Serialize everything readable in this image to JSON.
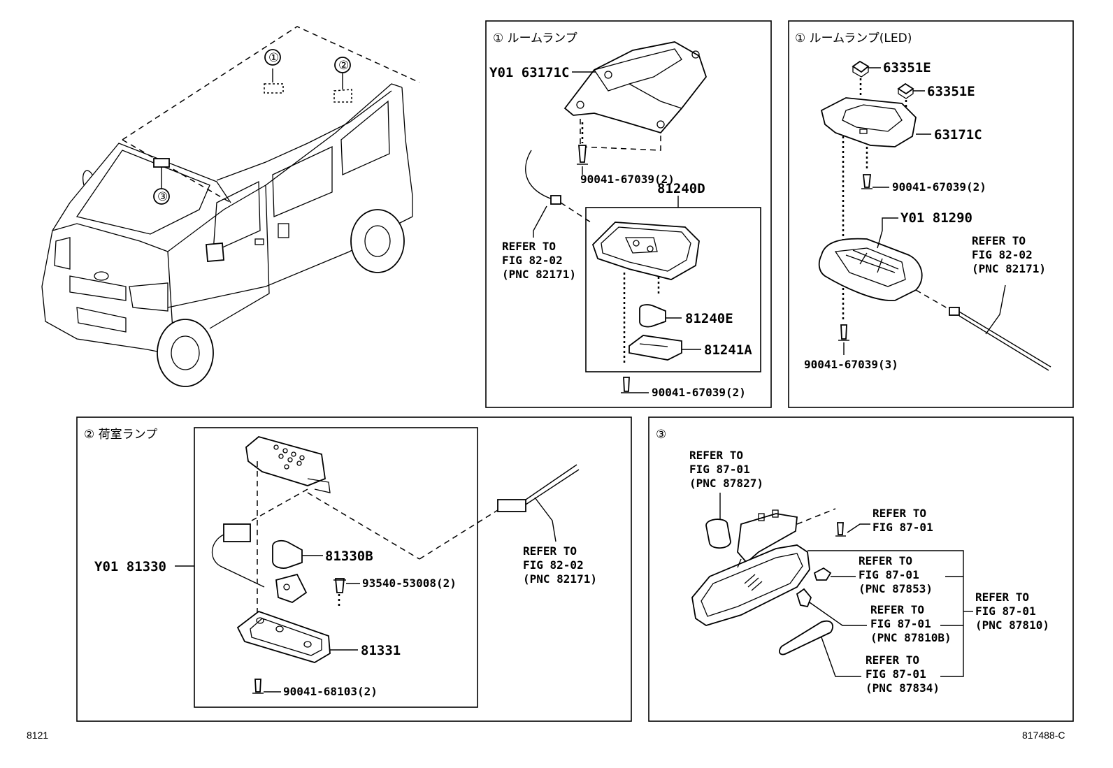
{
  "footer": {
    "left_code": "8121",
    "right_code": "817488-C"
  },
  "vehicle": {
    "callout_1": "①",
    "callout_2": "②",
    "callout_3": "③"
  },
  "panel_room_lamp": {
    "title": "① ルームランプ",
    "parts": {
      "bracket": "Y01 63171C",
      "screw_top": "90041-67039(2)",
      "lamp_assy": "81240D",
      "bulb": "81240E",
      "lens": "81241A",
      "screw_bottom": "90041-67039(2)",
      "refer_1": "REFER TO",
      "refer_2": "FIG 82-02",
      "refer_3": "(PNC 82171)"
    }
  },
  "panel_room_lamp_led": {
    "title": "① ルームランプ(LED)",
    "parts": {
      "clip_1": "63351E",
      "clip_2": "63351E",
      "bracket": "63171C",
      "screw_top": "90041-67039(2)",
      "lamp_assy": "Y01 81290",
      "screw_bottom": "90041-67039(3)",
      "refer_1": "REFER TO",
      "refer_2": "FIG 82-02",
      "refer_3": "(PNC 82171)"
    }
  },
  "panel_luggage_lamp": {
    "title": "② 荷室ランプ",
    "parts": {
      "lamp_assy": "Y01 81330",
      "bulb": "81330B",
      "screw_mid": "93540-53008(2)",
      "lens": "81331",
      "screw_bottom": "90041-68103(2)",
      "refer_1": "REFER TO",
      "refer_2": "FIG 82-02",
      "refer_3": "(PNC 82171)"
    }
  },
  "panel_mirror": {
    "title": "③",
    "refer_a": [
      "REFER TO",
      "FIG 87-01",
      "(PNC 87827)"
    ],
    "refer_b": [
      "REFER TO",
      "FIG 87-01"
    ],
    "refer_c": [
      "REFER TO",
      "FIG 87-01",
      "(PNC 87853)"
    ],
    "refer_d": [
      "REFER TO",
      "FIG 87-01",
      "(PNC 87810B)"
    ],
    "refer_e": [
      "REFER TO",
      "FIG 87-01",
      "(PNC 87834)"
    ],
    "refer_f": [
      "REFER TO",
      "FIG 87-01",
      "(PNC 87810)"
    ]
  }
}
